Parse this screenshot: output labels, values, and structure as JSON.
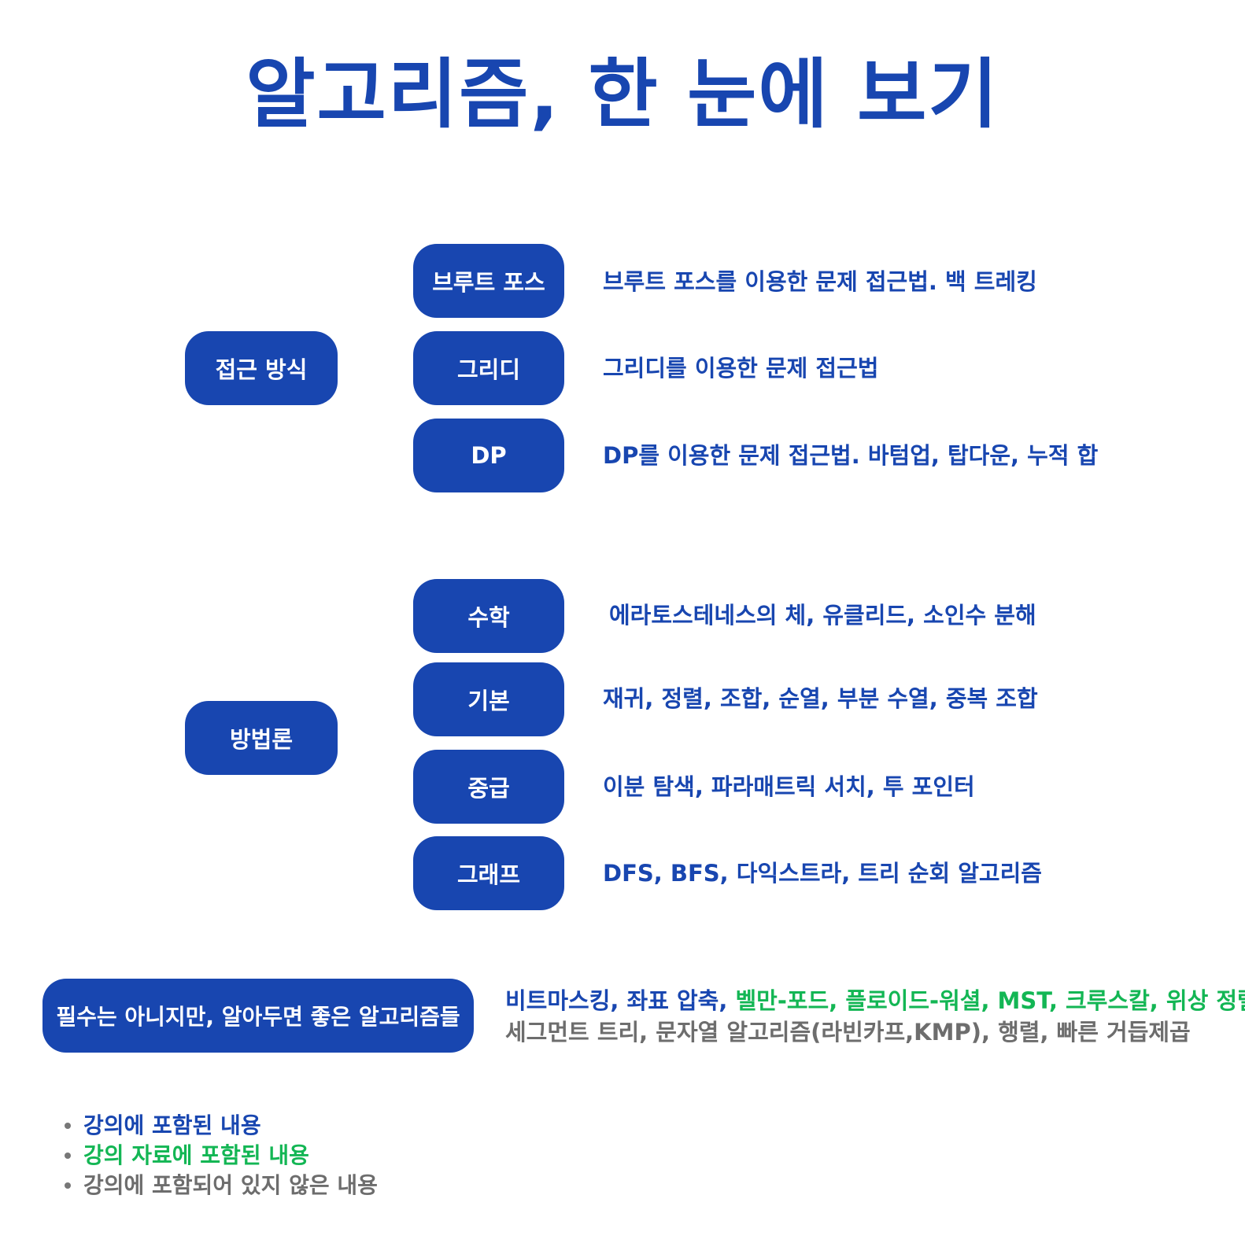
{
  "title": "알고리즘, 한 눈에 보기",
  "colors": {
    "primary": "#1846b0",
    "secondary": "#13b654",
    "muted": "#6d6d6d"
  },
  "groups": [
    {
      "label": "접근 방식",
      "items": [
        {
          "label": "브루트 포스",
          "desc": "브루트 포스를 이용한 문제 접근법. 백 트레킹"
        },
        {
          "label": "그리디",
          "desc": "그리디를 이용한 문제 접근법"
        },
        {
          "label": "DP",
          "desc": "DP를 이용한 문제 접근법. 바텀업, 탑다운, 누적 합"
        }
      ]
    },
    {
      "label": "방법론",
      "items": [
        {
          "label": "수학",
          "desc": "에라토스테네스의 체, 유클리드, 소인수 분해"
        },
        {
          "label": "기본",
          "desc": "재귀, 정렬, 조합, 순열, 부분 수열, 중복 조합"
        },
        {
          "label": "중급",
          "desc": "이분 탐색, 파라매트릭 서치, 투 포인터"
        },
        {
          "label": "그래프",
          "desc": "DFS, BFS, 다익스트라, 트리 순회 알고리즘"
        }
      ]
    }
  ],
  "optional": {
    "label": "필수는 아니지만, 알아두면 좋은 알고리즘들",
    "line1_blue": "비트마스킹, 좌표 압축, ",
    "line1_green": "벨만-포드, 플로이드-워셜, MST, 크루스칼, 위상 정렬,",
    "line2_gray": "세그먼트 트리, 문자열 알고리즘(라빈카프,KMP), 행렬, 빠른 거듭제곱"
  },
  "legend": [
    {
      "label": "강의에 포함된 내용",
      "color": "blue"
    },
    {
      "label": "강의 자료에 포함된 내용",
      "color": "green"
    },
    {
      "label": "강의에 포함되어 있지 않은 내용",
      "color": "gray"
    }
  ]
}
